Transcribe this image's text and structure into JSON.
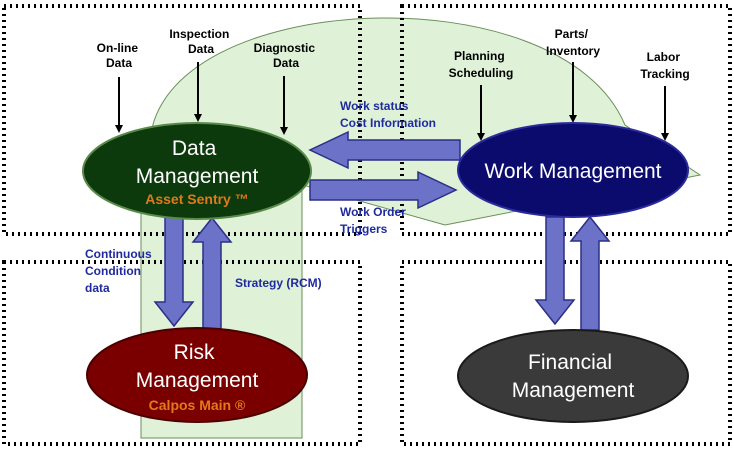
{
  "nodes": {
    "data_management": {
      "line1": "Data",
      "line2": "Management",
      "subtitle": "Asset Sentry ™",
      "fill": "#0c3a0c"
    },
    "work_management": {
      "label": "Work Management",
      "fill": "#0b0b6e"
    },
    "risk_management": {
      "line1": "Risk",
      "line2": "Management",
      "subtitle": "Calpos Main ®",
      "fill": "#7a0000"
    },
    "financial_management": {
      "line1": "Financial",
      "line2": "Management",
      "fill": "#3a3a3a"
    }
  },
  "inputs": {
    "online_data": [
      "On-line",
      "Data"
    ],
    "inspection_data": [
      "Inspection",
      "Data"
    ],
    "diagnostic_data": [
      "Diagnostic",
      "Data"
    ],
    "planning_scheduling": [
      "Planning",
      "Scheduling"
    ],
    "parts_inventory": [
      "Parts/",
      "Inventory"
    ],
    "labor_tracking": [
      "Labor",
      "Tracking"
    ]
  },
  "flows": {
    "work_status": [
      "Work status",
      "Cost Information"
    ],
    "work_order": [
      "Work Order",
      "Triggers"
    ],
    "continuous": [
      "Continuous",
      "Condition",
      "data"
    ],
    "strategy": "Strategy (RCM)"
  },
  "colors": {
    "arrow_fill": "#6b72c8",
    "arrow_stroke": "#2b2f86",
    "green_shape": "#dff2d8",
    "green_stroke": "#6a8f5a",
    "text_blue": "#1f2a9e",
    "subtitle_orange": "#e07a1a"
  }
}
